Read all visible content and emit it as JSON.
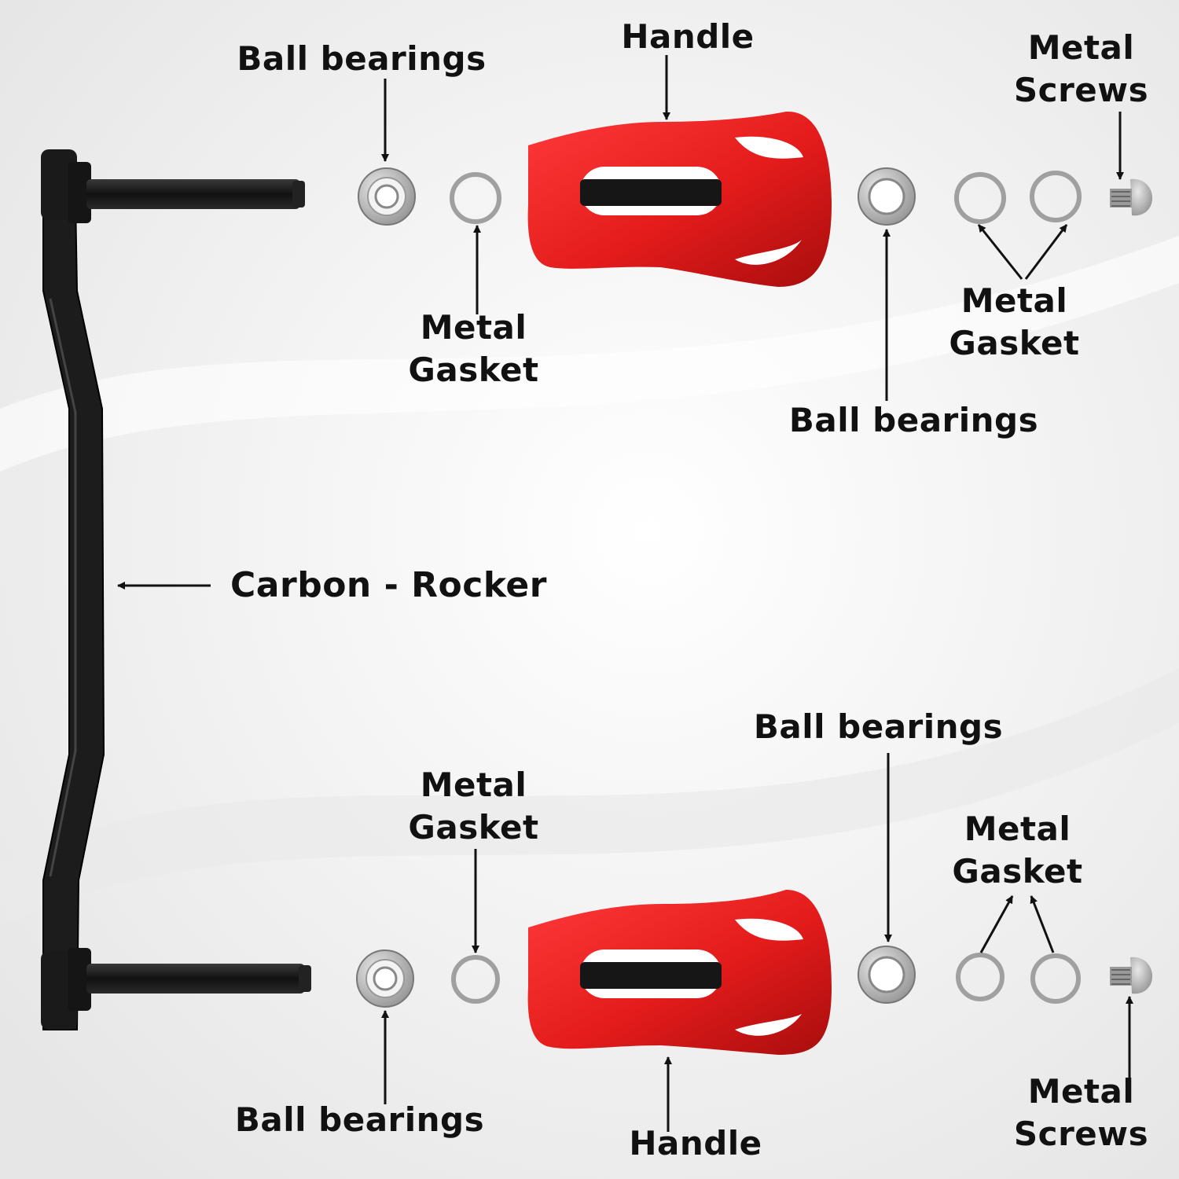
{
  "colors": {
    "background": "#f4f4f4",
    "handle_red": "#e31b1b",
    "rocker_black": "#1c1c1c",
    "metal": "#b8b8b8",
    "label_text": "#111111"
  },
  "labels": {
    "top": {
      "ball_bearings_left": "Ball bearings",
      "handle": "Handle",
      "metal_screws_line1": "Metal",
      "metal_screws_line2": "Screws",
      "metal_gasket_left_line1": "Metal",
      "metal_gasket_left_line2": "Gasket",
      "metal_gasket_right_line1": "Metal",
      "metal_gasket_right_line2": "Gasket",
      "ball_bearings_right": "Ball bearings"
    },
    "middle": {
      "carbon_rocker": "Carbon - Rocker"
    },
    "bottom": {
      "ball_bearings_right": "Ball bearings",
      "metal_gasket_left_line1": "Metal",
      "metal_gasket_left_line2": "Gasket",
      "metal_gasket_right_line1": "Metal",
      "metal_gasket_right_line2": "Gasket",
      "ball_bearings_left": "Ball bearings",
      "handle": "Handle",
      "metal_screws_line1": "Metal",
      "metal_screws_line2": "Screws"
    }
  }
}
